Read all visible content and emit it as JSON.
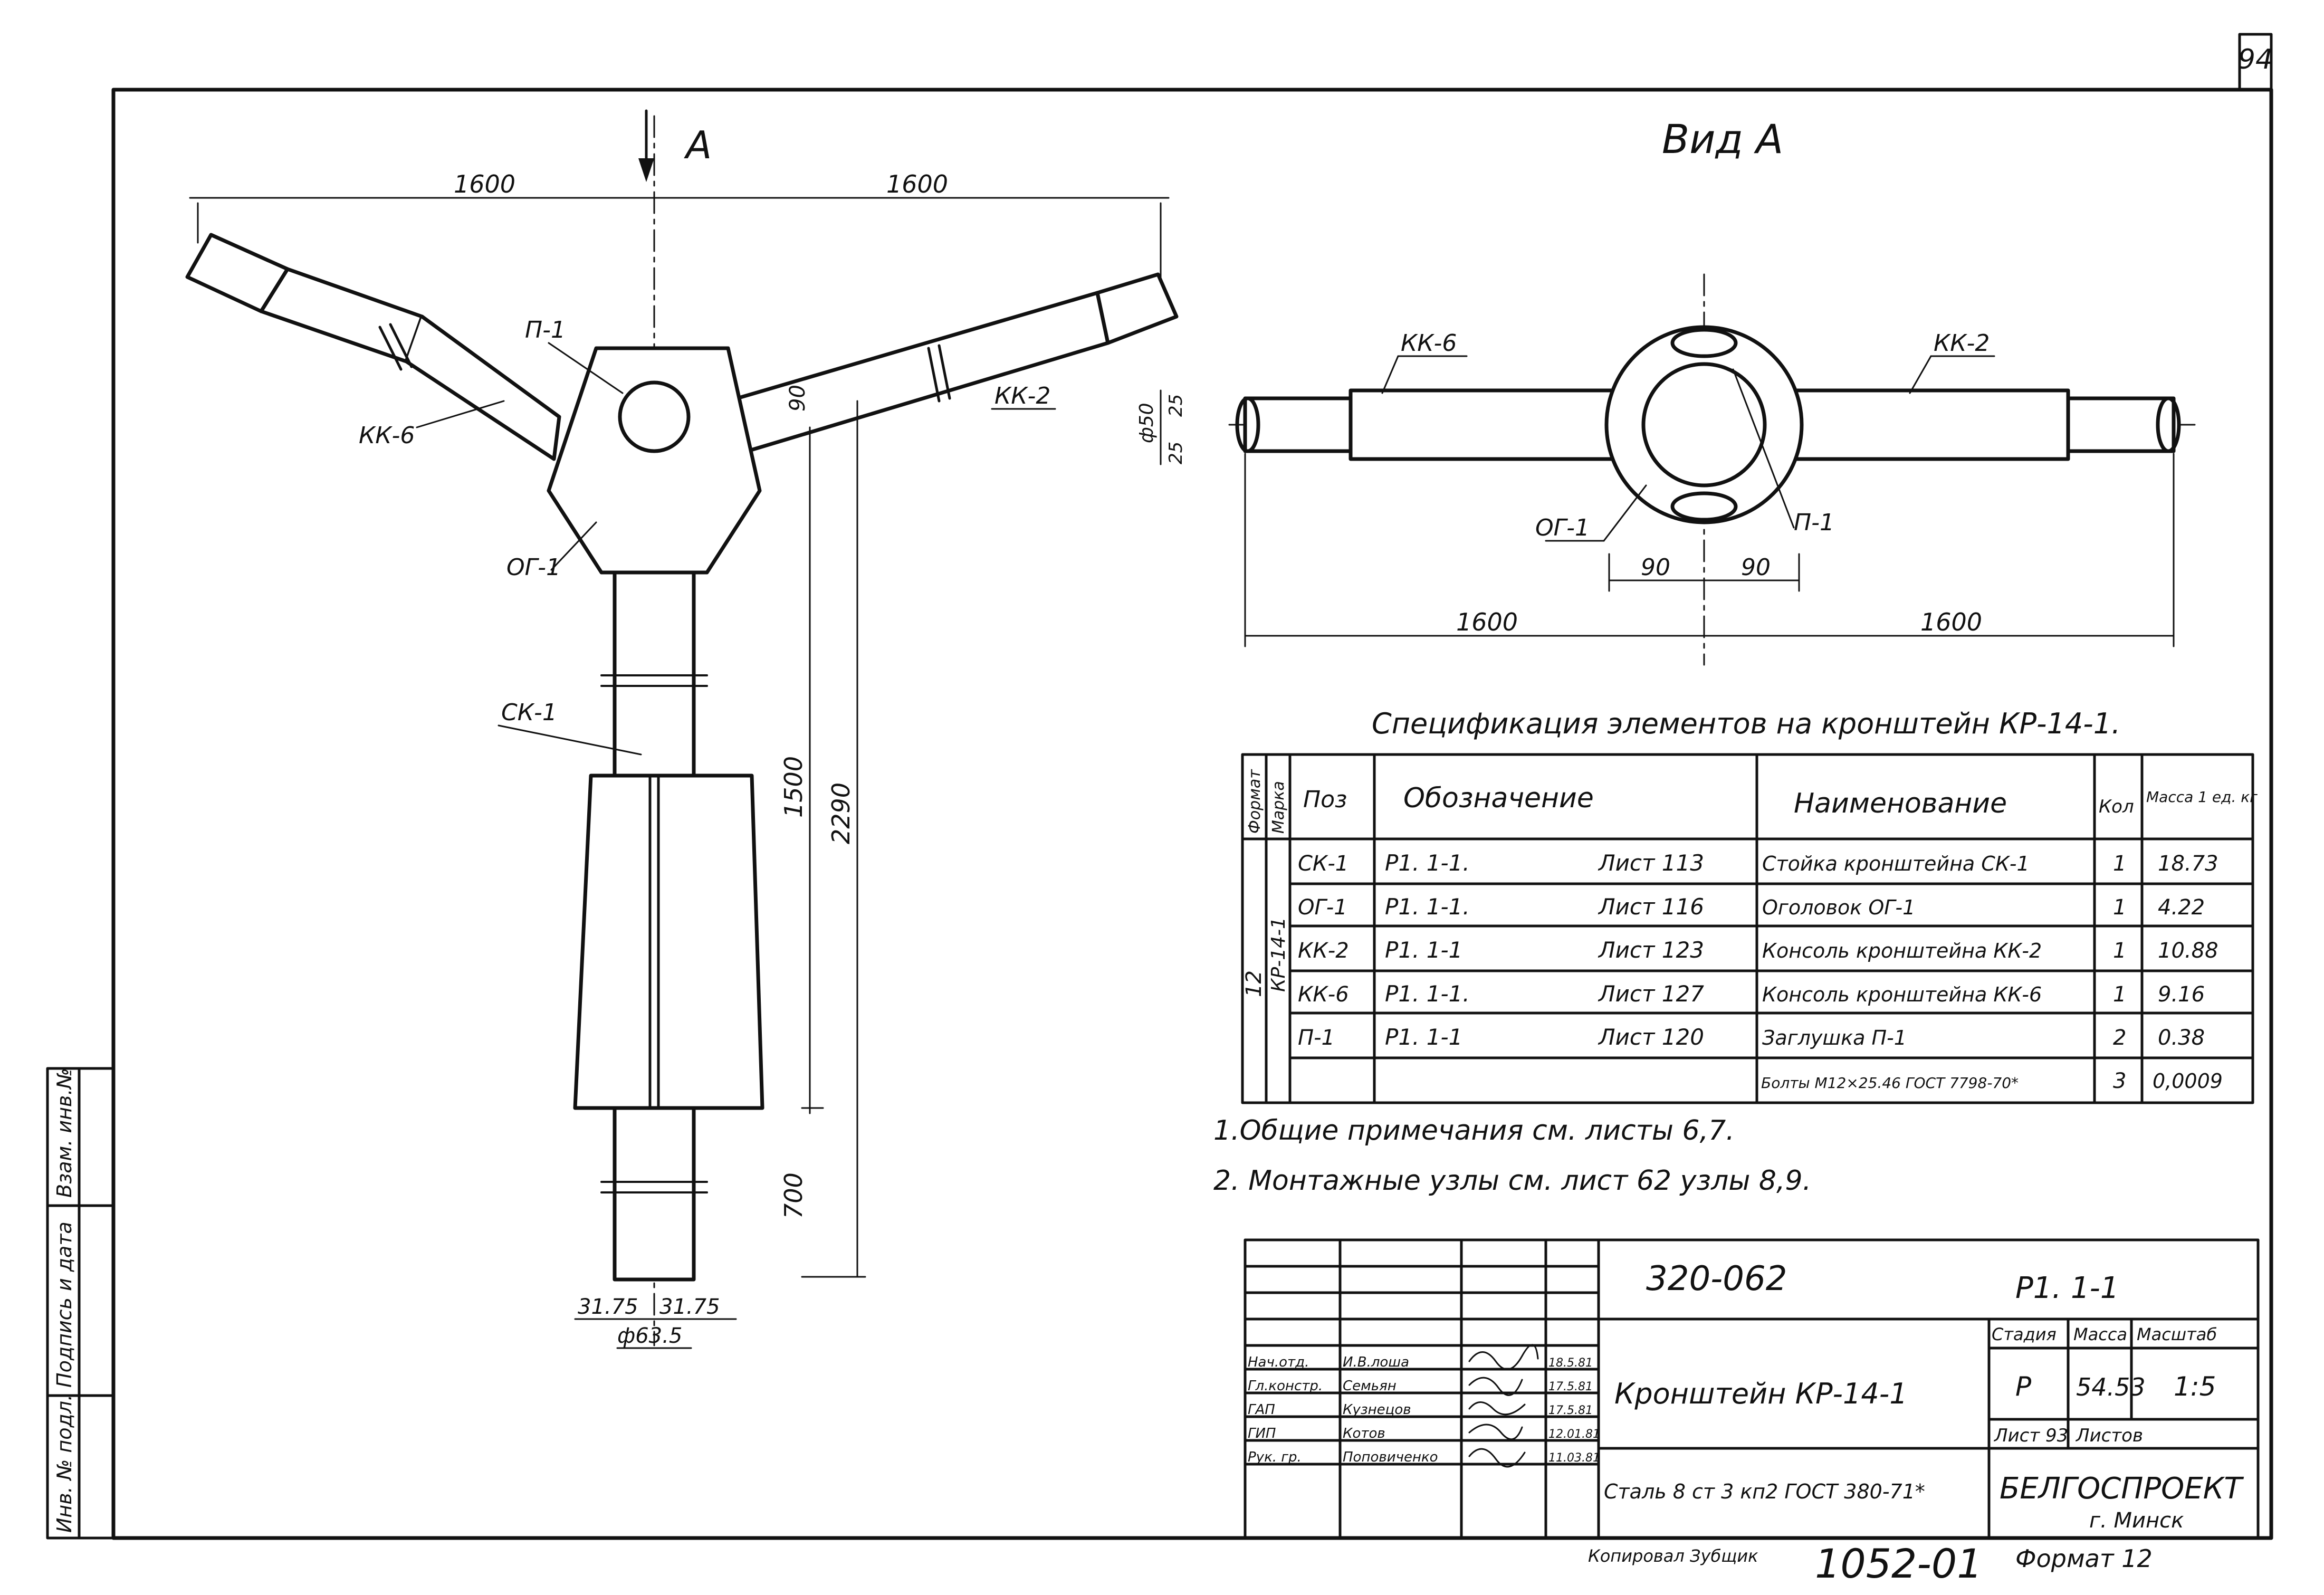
{
  "page_number": "94",
  "section_mark": "А",
  "view_title": "Вид А",
  "front_view": {
    "dims": {
      "left_span": "1600",
      "right_span": "1600",
      "offset_90": "90",
      "height_1500": "1500",
      "height_2290": "2290",
      "height_700": "700",
      "bottom_dim_left": "31.75",
      "bottom_dim_right": "31.75",
      "pipe_diameter": "ф63.5"
    },
    "labels": {
      "p1": "П-1",
      "kk6": "КК-6",
      "kk2": "КК-2",
      "og1": "ОГ-1",
      "sk1": "СК-1"
    }
  },
  "plan_view": {
    "labels": {
      "kk6": "КК-6",
      "kk2": "КК-2",
      "og1": "ОГ-1",
      "p1": "П-1"
    },
    "dims": {
      "dia": "ф50",
      "d25a": "25",
      "d25b": "25",
      "left90": "90",
      "right90": "90",
      "left1600": "1600",
      "right1600": "1600"
    }
  },
  "spec": {
    "title": "Спецификация элементов на кронштейн КР-14-1.",
    "headers": {
      "format": "Формат",
      "mark": "Марка",
      "pos": "Поз",
      "designation": "Обозначение",
      "name": "Наименование",
      "qty": "Кол",
      "mass": "Масса 1 ед. кг"
    },
    "group_mark": "КР-14-1",
    "format_value": "12",
    "rows": [
      {
        "pos": "СК-1",
        "doc": "Р1. 1-1.",
        "sheet": "Лист 113",
        "name": "Стойка кронштейна СК-1",
        "qty": "1",
        "mass": "18.73"
      },
      {
        "pos": "ОГ-1",
        "doc": "Р1. 1-1.",
        "sheet": "Лист 116",
        "name": "Оголовок ОГ-1",
        "qty": "1",
        "mass": "4.22"
      },
      {
        "pos": "КК-2",
        "doc": "Р1. 1-1",
        "sheet": "Лист 123",
        "name": "Консоль кронштейна КК-2",
        "qty": "1",
        "mass": "10.88"
      },
      {
        "pos": "КК-6",
        "doc": "Р1. 1-1.",
        "sheet": "Лист 127",
        "name": "Консоль кронштейна КК-6",
        "qty": "1",
        "mass": "9.16"
      },
      {
        "pos": "П-1",
        "doc": "Р1. 1-1",
        "sheet": "Лист 120",
        "name": "Заглушка П-1",
        "qty": "2",
        "mass": "0.38"
      },
      {
        "pos": "",
        "doc": "",
        "sheet": "",
        "name": "Болты М12×25.46 ГОСТ 7798-70*",
        "qty": "3",
        "mass": "0,0009"
      }
    ]
  },
  "notes": [
    "1.Общие примечания см. листы 6,7.",
    "2. Монтажные узлы см. лист 62 узлы 8,9."
  ],
  "title_block": {
    "doc_code": "320-062",
    "sheet_code": "Р1. 1-1",
    "title": "Кронштейн КР-14-1",
    "material": "Сталь 8 ст 3 кп2 ГОСТ 380-71*",
    "stage_label": "Стадия",
    "mass_label": "Масса",
    "scale_label": "Масштаб",
    "stage": "Р",
    "mass": "54.53",
    "scale": "1:5",
    "sheet_label": "Лист 93",
    "sheets_label": "Листов",
    "org": "БЕЛГОСПРОЕКТ",
    "city": "г. Минск",
    "staff": [
      {
        "role": "Нач.отд.",
        "name": "И.В.лоша",
        "date": "18.5.81"
      },
      {
        "role": "Гл.констр.",
        "name": "Семьян",
        "date": "17.5.81"
      },
      {
        "role": "ГАП",
        "name": "Кузнецов",
        "date": "17.5.81"
      },
      {
        "role": "ГИП",
        "name": "Котов",
        "date": "12.01.81"
      },
      {
        "role": "Рук. гр.",
        "name": "Поповиченко",
        "date": "11.03.81"
      }
    ]
  },
  "side_stamp": {
    "inv": "Инв. № подл.",
    "sign": "Подпись и дата",
    "replace": "Взам. инв.№"
  },
  "footer": {
    "copied": "Копировал Зубщик",
    "number": "1052-01",
    "format": "Формат 12"
  }
}
